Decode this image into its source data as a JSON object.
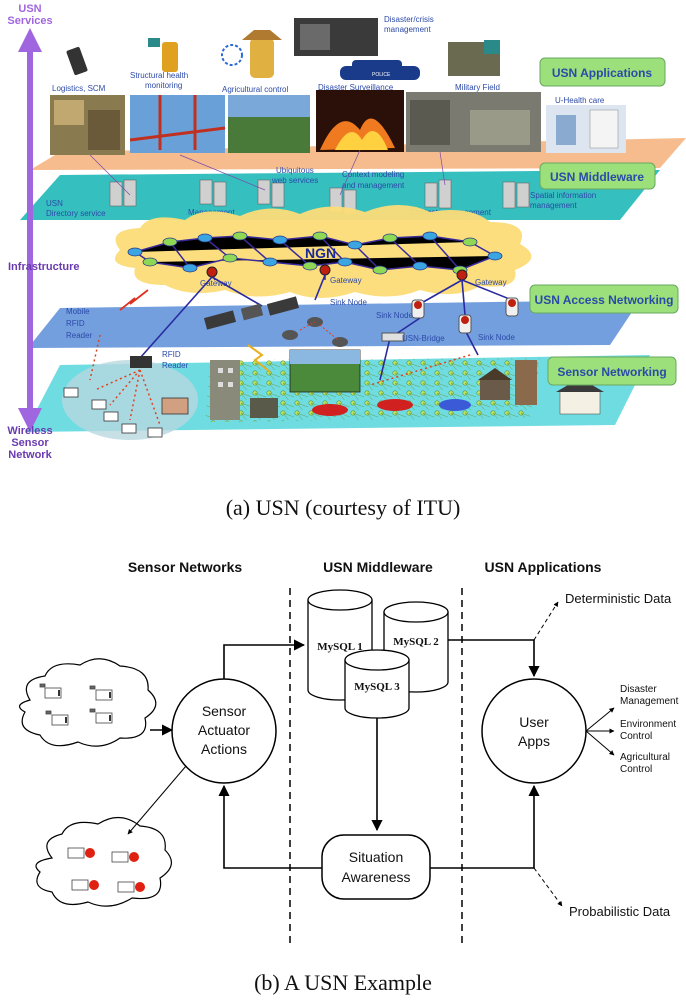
{
  "figure_a": {
    "caption": "(a)  USN (courtesy of ITU)",
    "axis": {
      "top": [
        "USN",
        "Services"
      ],
      "middle": "Infrastructure",
      "bottom": [
        "Wireless",
        "Sensor",
        "Network"
      ]
    },
    "layer_badges": {
      "applications": "USN Applications",
      "middleware": "USN Middleware",
      "access": "USN Access Networking",
      "sensor": "Sensor Networking"
    },
    "applications": {
      "logistics": "Logistics, SCM",
      "structural": [
        "Structural health",
        "monitoring"
      ],
      "agricultural": "Agricultural control",
      "disaster_crisis": [
        "Disaster/crisis",
        "management"
      ],
      "disaster_surveillance": "Disaster Surveillance",
      "military": "Military Field",
      "uhealth": "U-Health care"
    },
    "middleware": {
      "directory": [
        "USN",
        "Directory service"
      ],
      "management": "Management",
      "ubiquitous": [
        "Ubiquitous",
        "web services"
      ],
      "context": [
        "Context modeling",
        "and management"
      ],
      "contents": "Contents management",
      "spatial": [
        "Spatial information",
        "management"
      ]
    },
    "network": {
      "ngn": "NGN",
      "gateway": "Gateway",
      "sink_node": "Sink Node",
      "usn_bridge": "USN-Bridge",
      "mobile_rfid": [
        "Mobile",
        "RFID",
        "Reader"
      ],
      "rfid_reader": [
        "RFID",
        "Reader"
      ],
      "police": "POLICE"
    },
    "colors": {
      "axis": "#a066e0",
      "label_blue": "#2c4aa8",
      "badge_fill": "#9be07a",
      "app_plane": "#f6b888",
      "mw_plane": "#1fb8b8",
      "access_plane": "#5a8ed8",
      "sensor_plane": "#5fd8df",
      "cloud": "#fcdc78",
      "node": "#3aa5e0",
      "node_green": "#8fd855",
      "link": "#3a2b9a"
    }
  },
  "figure_b": {
    "caption": "(b)  A USN Example",
    "columns": {
      "sensor_networks": "Sensor Networks",
      "middleware": "USN Middleware",
      "applications": "USN Applications"
    },
    "sensor_actuator": [
      "Sensor",
      "Actuator",
      "Actions"
    ],
    "databases": {
      "db1": "MySQL 1",
      "db2": "MySQL 2",
      "db3": "MySQL 3"
    },
    "user_apps": [
      "User",
      "Apps"
    ],
    "situation": [
      "Situation",
      "Awareness"
    ],
    "deterministic": "Deterministic Data",
    "probabilistic": "Probabilistic Data",
    "outputs": {
      "disaster": [
        "Disaster",
        "Management"
      ],
      "environment": [
        "Environment",
        "Control"
      ],
      "agricultural": [
        "Agricultural",
        "Control"
      ]
    }
  }
}
